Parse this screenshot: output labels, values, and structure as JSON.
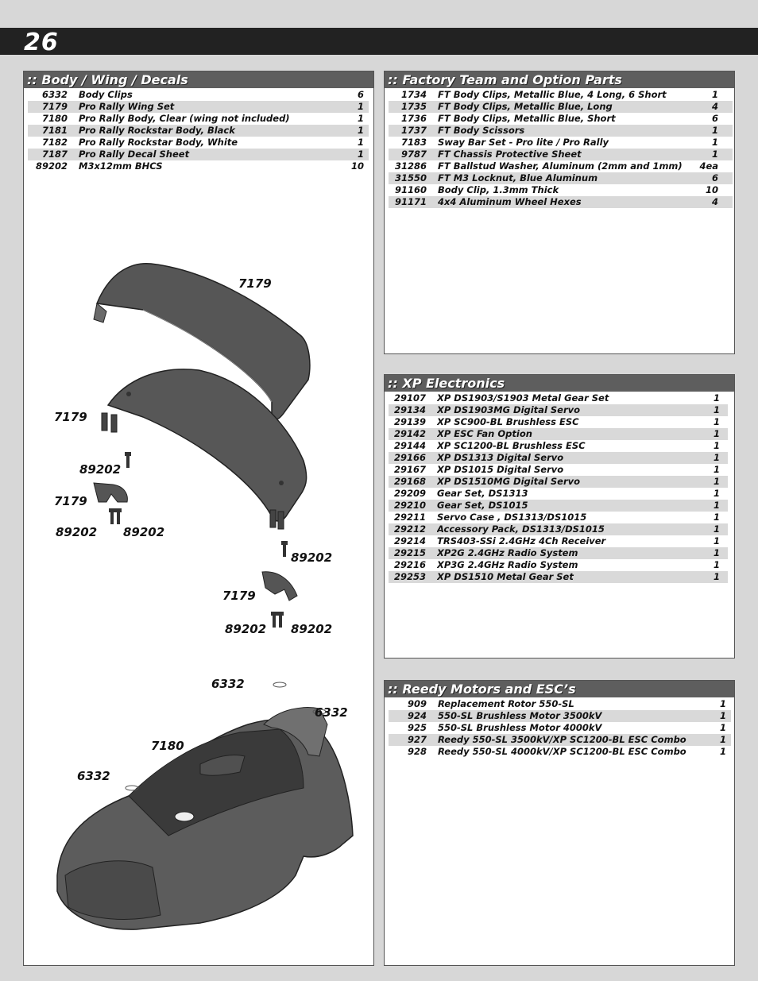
{
  "page": {
    "number": "26"
  },
  "body_wing_decals": {
    "title": ":: Body / Wing / Decals",
    "items": [
      {
        "part": "6332",
        "desc": "Body Clips",
        "qty": "6"
      },
      {
        "part": "7179",
        "desc": "Pro Rally Wing Set",
        "qty": "1"
      },
      {
        "part": "7180",
        "desc": "Pro Rally Body, Clear (wing not included)",
        "qty": "1"
      },
      {
        "part": "7181",
        "desc": "Pro Rally Rockstar Body, Black",
        "qty": "1"
      },
      {
        "part": "7182",
        "desc": "Pro Rally Rockstar Body, White",
        "qty": "1"
      },
      {
        "part": "7187",
        "desc": "Pro Rally Decal Sheet",
        "qty": "1"
      },
      {
        "part": "89202",
        "desc": "M3x12mm BHCS",
        "qty": "10"
      }
    ]
  },
  "factory_team": {
    "title": ":: Factory Team and Option Parts",
    "items": [
      {
        "part": "1734",
        "desc": "FT Body Clips, Metallic Blue, 4 Long, 6 Short",
        "qty": "1"
      },
      {
        "part": "1735",
        "desc": "FT Body Clips, Metallic Blue, Long",
        "qty": "4"
      },
      {
        "part": "1736",
        "desc": "FT Body Clips, Metallic Blue, Short",
        "qty": "6"
      },
      {
        "part": "1737",
        "desc": "FT Body Scissors",
        "qty": "1"
      },
      {
        "part": "7183",
        "desc": "Sway Bar Set - Pro lite / Pro Rally",
        "qty": "1"
      },
      {
        "part": "9787",
        "desc": "FT Chassis Protective Sheet",
        "qty": "1"
      },
      {
        "part": "31286",
        "desc": "FT Ballstud Washer, Aluminum (2mm and 1mm)",
        "qty": "4ea"
      },
      {
        "part": "31550",
        "desc": "FT M3 Locknut, Blue Aluminum",
        "qty": "6"
      },
      {
        "part": "91160",
        "desc": "Body Clip, 1.3mm Thick",
        "qty": "10"
      },
      {
        "part": "91171",
        "desc": "4x4 Aluminum Wheel Hexes",
        "qty": "4"
      }
    ]
  },
  "xp_electronics": {
    "title": ":: XP Electronics",
    "items": [
      {
        "part": "29107",
        "desc": "XP DS1903/S1903 Metal Gear Set",
        "qty": "1"
      },
      {
        "part": "29134",
        "desc": "XP DS1903MG Digital Servo",
        "qty": "1"
      },
      {
        "part": "29139",
        "desc": "XP SC900-BL Brushless ESC",
        "qty": "1"
      },
      {
        "part": "29142",
        "desc": "XP ESC Fan Option",
        "qty": "1"
      },
      {
        "part": "29144",
        "desc": "XP SC1200-BL Brushless ESC",
        "qty": "1"
      },
      {
        "part": "29166",
        "desc": "XP DS1313 Digital Servo",
        "qty": "1"
      },
      {
        "part": "29167",
        "desc": "XP DS1015 Digital Servo",
        "qty": "1"
      },
      {
        "part": "29168",
        "desc": "XP DS1510MG Digital Servo",
        "qty": "1"
      },
      {
        "part": "29209",
        "desc": "Gear Set, DS1313",
        "qty": "1"
      },
      {
        "part": "29210",
        "desc": "Gear Set, DS1015",
        "qty": "1"
      },
      {
        "part": "29211",
        "desc": "Servo Case , DS1313/DS1015",
        "qty": "1"
      },
      {
        "part": "29212",
        "desc": "Accessory Pack, DS1313/DS1015",
        "qty": "1"
      },
      {
        "part": "29214",
        "desc": "TRS403-SSi 2.4GHz 4Ch Receiver",
        "qty": "1"
      },
      {
        "part": "29215",
        "desc": "XP2G 2.4GHz Radio System",
        "qty": "1"
      },
      {
        "part": "29216",
        "desc": "XP3G 2.4GHz Radio System",
        "qty": "1"
      },
      {
        "part": "29253",
        "desc": "XP DS1510 Metal Gear Set",
        "qty": "1"
      }
    ]
  },
  "reedy": {
    "title": ":: Reedy Motors and ESC’s",
    "items": [
      {
        "part": "909",
        "desc": "Replacement Rotor 550-SL",
        "qty": "1"
      },
      {
        "part": "924",
        "desc": "550-SL Brushless Motor 3500kV",
        "qty": "1"
      },
      {
        "part": "925",
        "desc": "550-SL Brushless Motor 4000kV",
        "qty": "1"
      },
      {
        "part": "927",
        "desc": "Reedy 550-SL 3500kV/XP SC1200-BL ESC Combo",
        "qty": "1"
      },
      {
        "part": "928",
        "desc": "Reedy 550-SL 4000kV/XP SC1200-BL ESC Combo",
        "qty": "1"
      }
    ]
  },
  "wing_diagram": {
    "labels": [
      "7179",
      "7179",
      "89202",
      "7179",
      "89202",
      "89202",
      "89202",
      "7179",
      "89202",
      "89202"
    ]
  },
  "body_diagram": {
    "labels": [
      "6332",
      "6332",
      "7180",
      "6332"
    ]
  }
}
